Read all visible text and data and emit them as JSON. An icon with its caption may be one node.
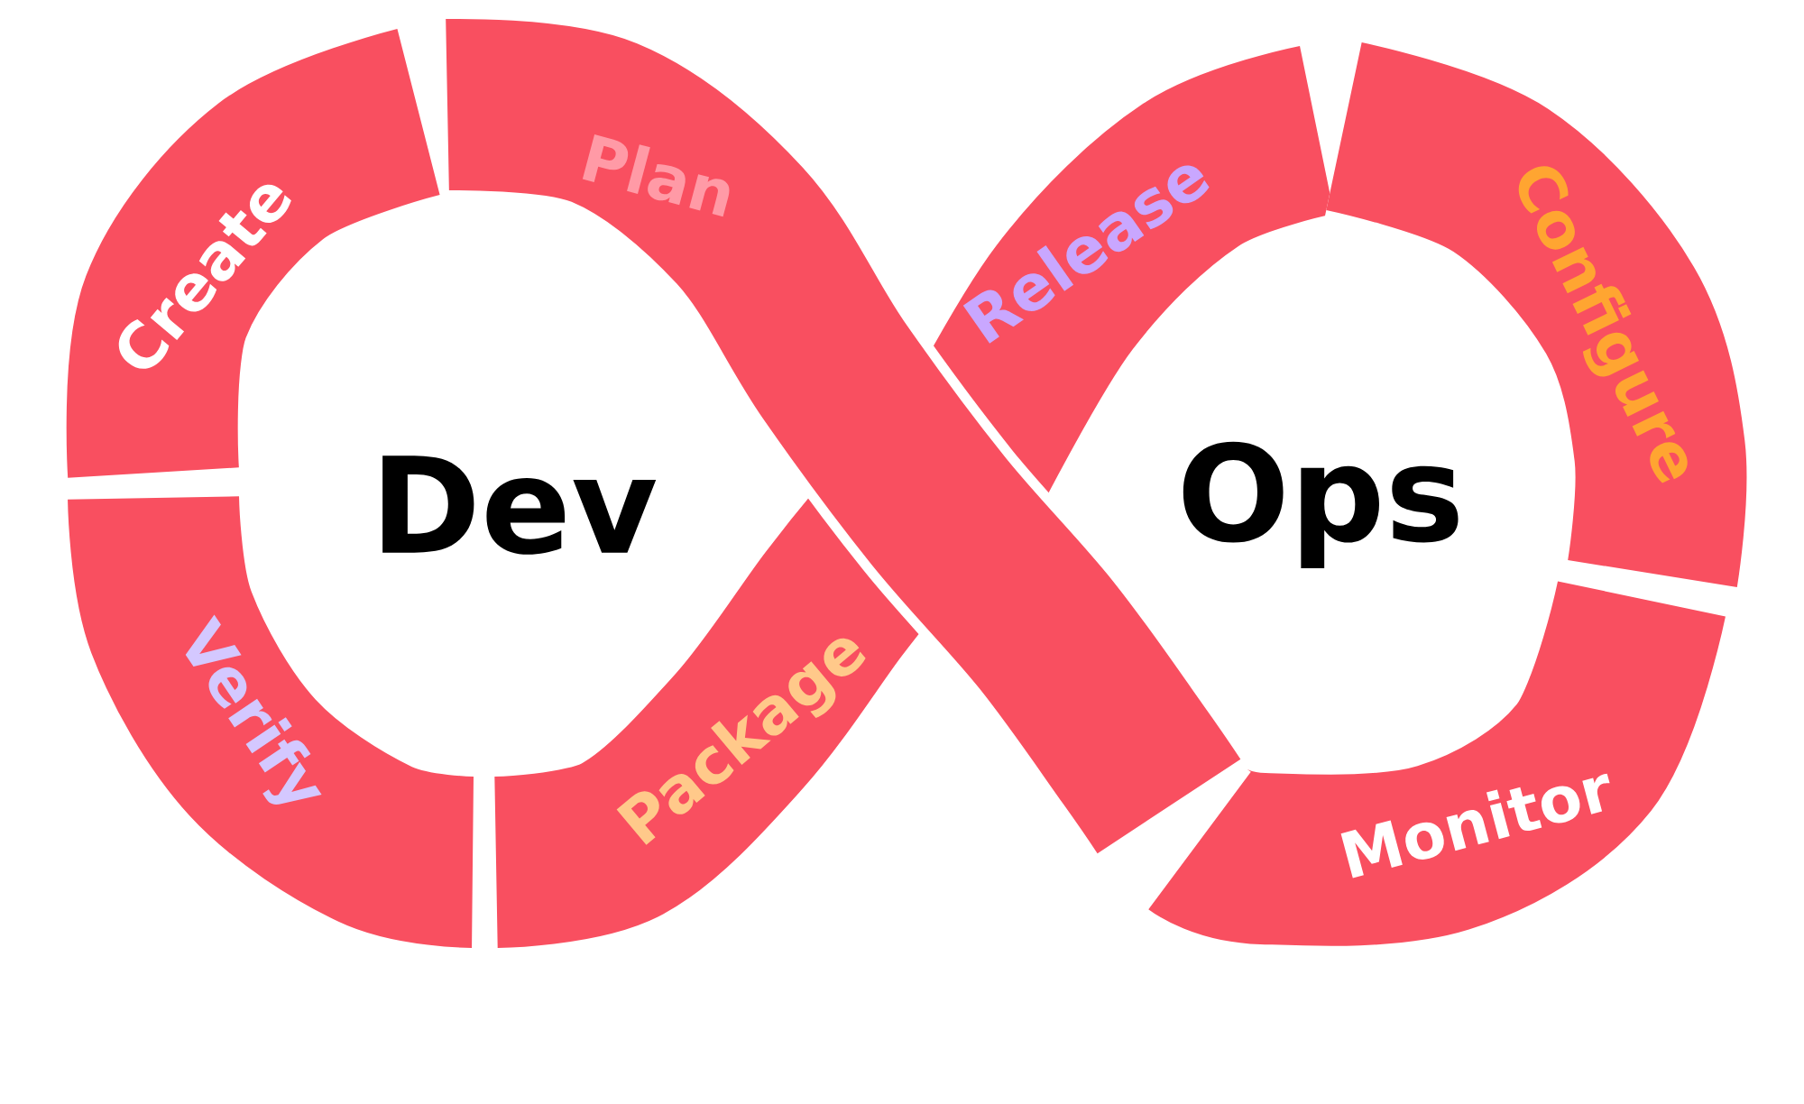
{
  "diagram": {
    "nodes": [
      {
        "text": [
          "Create"
        ]
      },
      {
        "text": [
          "Plan"
        ]
      },
      {
        "text": [
          "Release"
        ]
      },
      {
        "text": [
          "Configure"
        ]
      },
      {
        "text": [
          "Monitor"
        ]
      },
      {
        "text": [
          "Package"
        ]
      },
      {
        "text": [
          "Verify"
        ]
      }
    ],
    "labels": [
      "Dev",
      "Ops"
    ]
  }
}
